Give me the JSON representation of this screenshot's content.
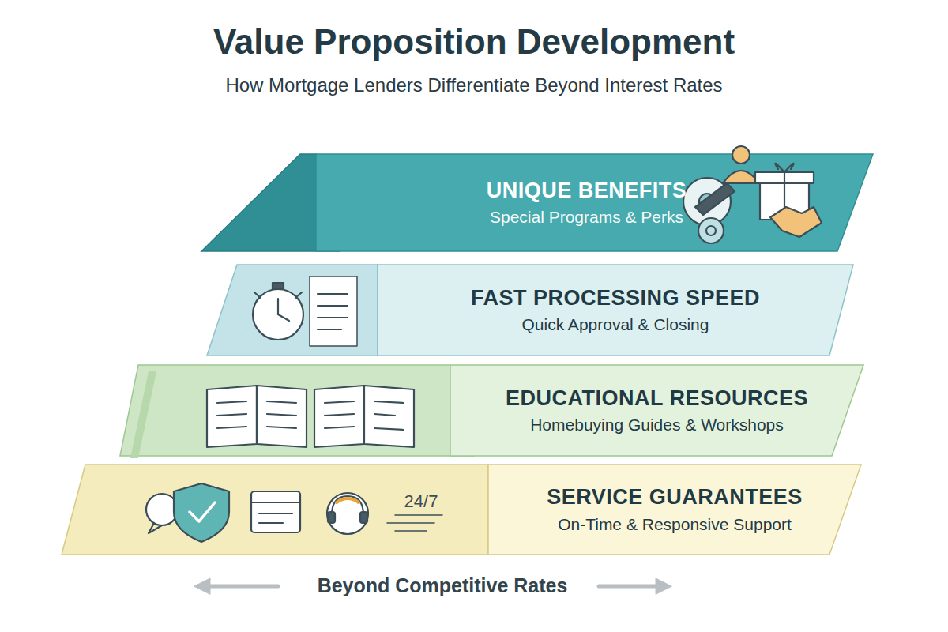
{
  "diagram": {
    "title": "Value Proposition Development",
    "nodes": [
      {
        "text": [
          "UNIQUE BENEFITS",
          "Special Programs & Perks"
        ]
      },
      {
        "text": [
          "FAST PROCESSING SPEED",
          "Quick Approval & Closing"
        ]
      },
      {
        "text": [
          "EDUCATIONAL RESOURCES",
          "Homebuying Guides & Workshops"
        ]
      },
      {
        "text": [
          "SERVICE GUARANTEES",
          "On-Time & Responsive Support"
        ]
      }
    ],
    "labels": [
      "How Mortgage Lenders Differentiate Beyond Interest Rates",
      "24/7",
      "Beyond Competitive Rates"
    ]
  }
}
